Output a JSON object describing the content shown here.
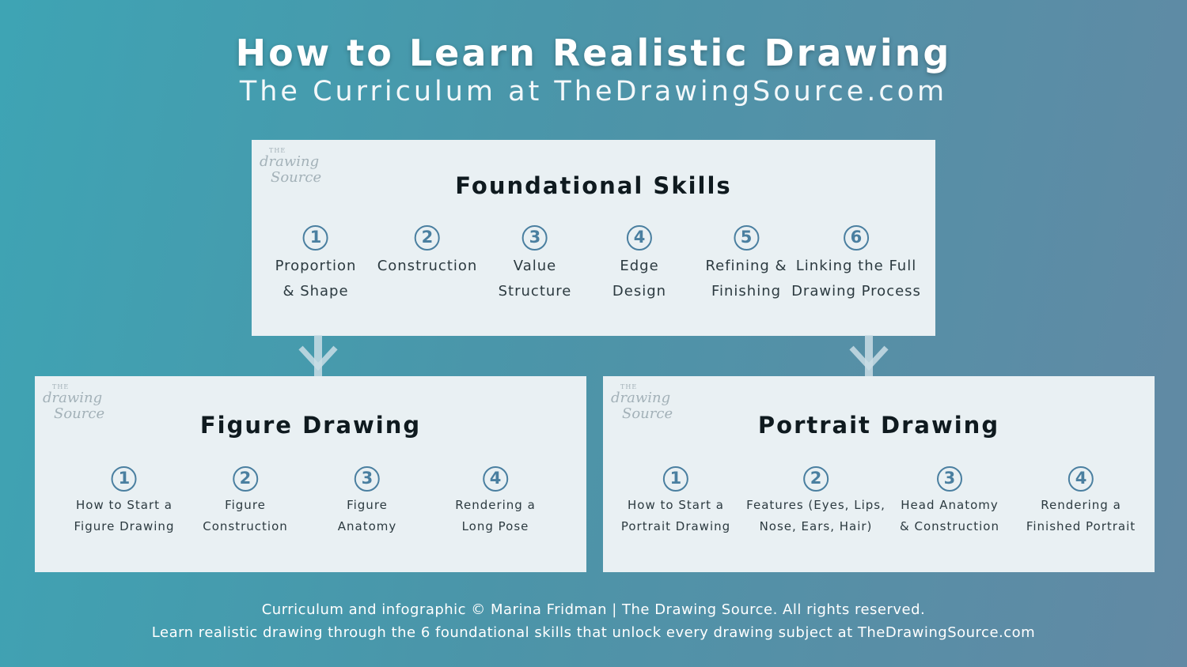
{
  "header": {
    "title": "How to Learn Realistic Drawing",
    "subtitle": "The Curriculum at TheDrawingSource.com"
  },
  "logo": {
    "the": "THE",
    "drawing": "drawing",
    "source": "Source"
  },
  "foundational": {
    "title": "Foundational Skills",
    "steps": [
      {
        "num": "1",
        "line1": "Proportion",
        "line2": "& Shape"
      },
      {
        "num": "2",
        "line1": "Construction",
        "line2": ""
      },
      {
        "num": "3",
        "line1": "Value",
        "line2": "Structure"
      },
      {
        "num": "4",
        "line1": "Edge",
        "line2": "Design"
      },
      {
        "num": "5",
        "line1": "Refining &",
        "line2": "Finishing"
      },
      {
        "num": "6",
        "line1": "Linking the Full",
        "line2": "Drawing Process"
      }
    ]
  },
  "figure": {
    "title": "Figure Drawing",
    "steps": [
      {
        "num": "1",
        "line1": "How to Start a",
        "line2": "Figure Drawing"
      },
      {
        "num": "2",
        "line1": "Figure",
        "line2": "Construction"
      },
      {
        "num": "3",
        "line1": "Figure",
        "line2": "Anatomy"
      },
      {
        "num": "4",
        "line1": "Rendering a",
        "line2": "Long Pose"
      }
    ]
  },
  "portrait": {
    "title": "Portrait Drawing",
    "steps": [
      {
        "num": "1",
        "line1": "How to Start a",
        "line2": "Portrait Drawing"
      },
      {
        "num": "2",
        "line1": "Features (Eyes, Lips,",
        "line2": "Nose, Ears, Hair)"
      },
      {
        "num": "3",
        "line1": "Head Anatomy",
        "line2": "& Construction"
      },
      {
        "num": "4",
        "line1": "Rendering a",
        "line2": "Finished Portrait"
      }
    ]
  },
  "footer": {
    "line1": "Curriculum and infographic © Marina Fridman | The Drawing Source. All rights reserved.",
    "line2": "Learn realistic drawing through the 6 foundational skills that unlock every drawing subject at TheDrawingSource.com"
  },
  "colors": {
    "background_start": "#3ea4b4",
    "background_end": "#6289a4",
    "card": "#e9f0f3",
    "accent": "#4a7fa0"
  }
}
